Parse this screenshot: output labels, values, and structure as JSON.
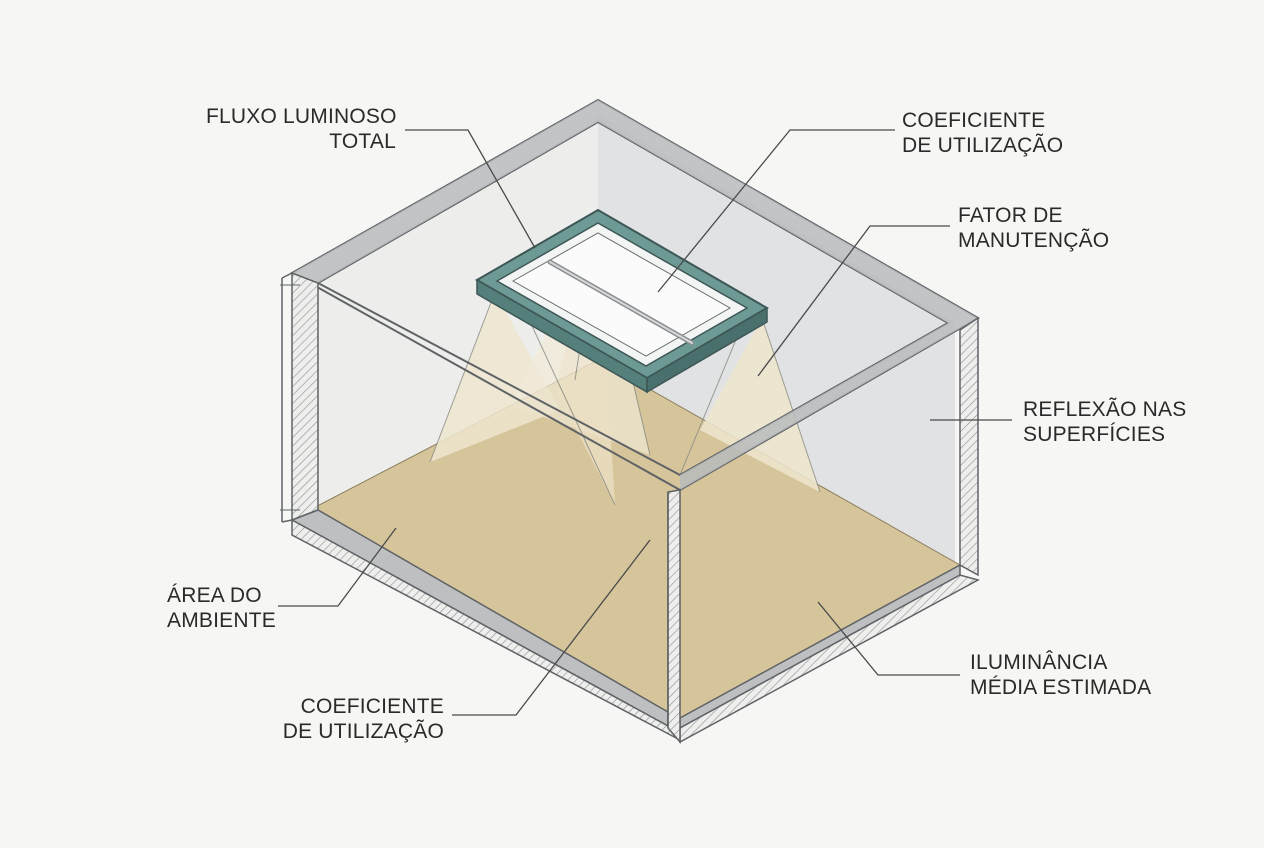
{
  "colors": {
    "background": "#f6f6f4",
    "floor": "#d6c59b",
    "wall_fill": "#e2e3e4",
    "wall_edge": "#a9abad",
    "outline": "#5f6366",
    "luminaire": "#6e9a96",
    "light_cone": "#efe7cf",
    "leader_line": "#4a4a4a"
  },
  "labels": {
    "fluxo": {
      "line1": "FLUXO LUMINOSO",
      "line2": "TOTAL"
    },
    "coef_top": {
      "line1": "COEFICIENTE",
      "line2": "DE UTILIZAÇÃO"
    },
    "fator": {
      "line1": "FATOR DE",
      "line2": "MANUTENÇÃO"
    },
    "reflexao": {
      "line1": "REFLEXÃO NAS",
      "line2": "SUPERFÍCIES"
    },
    "area": {
      "line1": "ÁREA DO",
      "line2": "AMBIENTE"
    },
    "coef_bottom": {
      "line1": "COEFICIENTE",
      "line2": "DE UTILIZAÇÃO"
    },
    "iluminancia": {
      "line1": "ILUMINÂNCIA",
      "line2": "MÉDIA ESTIMADA"
    }
  },
  "icons": {
    "luminaire": "luminaire-icon",
    "room": "room-cutaway-icon"
  }
}
